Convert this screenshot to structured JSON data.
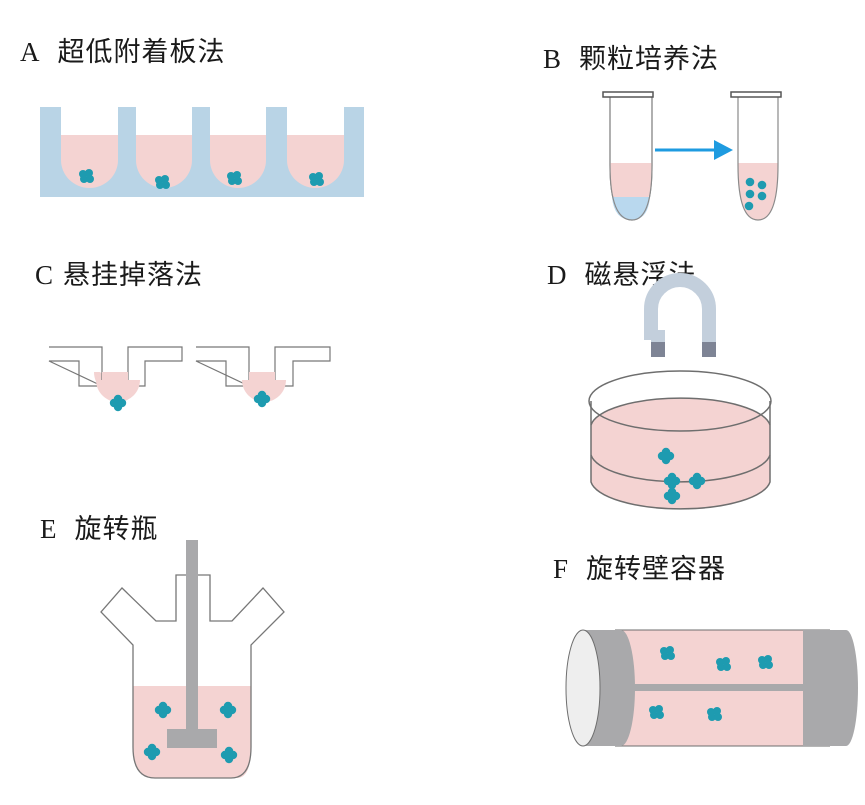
{
  "colors": {
    "plate_blue": "#b9d4e6",
    "medium_pink": "#f4d3d2",
    "cell_teal": "#1e9bb0",
    "outline_gray": "#6e6e6e",
    "rod_gray": "#a9a9ab",
    "magnet_light": "#c3cfdc",
    "magnet_dark": "#7e8495",
    "arrow_blue": "#1e9be0",
    "tube_blue": "#b9d8ee"
  },
  "panels": [
    {
      "id": "A",
      "letter": "A",
      "name": "超低附着板法",
      "cell_clusters": 4
    },
    {
      "id": "B",
      "letter": "B",
      "name": "颗粒培养法",
      "tubes": 2,
      "cells_in_second_tube": 5
    },
    {
      "id": "C",
      "letter": "C",
      "name": "悬挂掉落法",
      "drops": 2
    },
    {
      "id": "D",
      "letter": "D",
      "name": "磁悬浮法",
      "cell_clusters": 4
    },
    {
      "id": "E",
      "letter": "E",
      "name": "旋转瓶",
      "cell_clusters": 4
    },
    {
      "id": "F",
      "letter": "F",
      "name": "旋转壁容器",
      "cell_clusters": 5
    }
  ]
}
